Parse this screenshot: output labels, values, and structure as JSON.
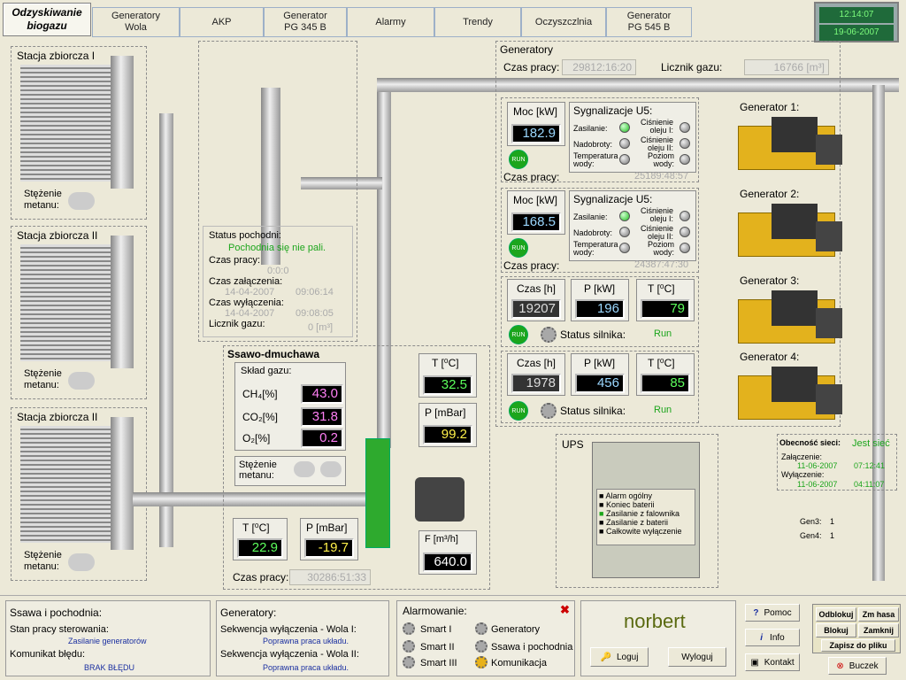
{
  "app": {
    "title": "Odzyskiwanie biogazu",
    "clock_time": "12:14:07",
    "clock_date": "19-06-2007"
  },
  "tabs": [
    "Generatory\nWola",
    "AKP",
    "Generator\nPG 345 B",
    "Alarmy",
    "Trendy",
    "Oczyszczlnia",
    "Generator\nPG 545 B"
  ],
  "stations": [
    {
      "title": "Stacja zbiorcza I",
      "conc_label": "Stężenie\nmetanu:"
    },
    {
      "title": "Stacja zbiorcza II",
      "conc_label": "Stężenie\nmetanu:"
    },
    {
      "title": "Stacja zbiorcza II",
      "conc_label": "Stężenie\nmetanu:"
    }
  ],
  "torch": {
    "status_label": "Status pochodni:",
    "status_value": "Pochodnia się nie pali.",
    "work_time_label": "Czas pracy:",
    "work_time": "0:0:0",
    "on_label": "Czas załączenia:",
    "on_date": "14-04-2007",
    "on_time": "09:06:14",
    "off_label": "Czas wyłączenia:",
    "off_date": "14-04-2007",
    "off_time": "09:08:05",
    "gas_counter_label": "Licznik gazu:",
    "gas_counter": "0 [m³]"
  },
  "blower": {
    "title": "Ssawo-dmuchawa",
    "gas_label": "Skład gazu:",
    "ch4_label": "CH₄[%]",
    "ch4": "43.0",
    "co2_label": "CO₂[%]",
    "co2": "31.8",
    "o2_label": "O₂[%]",
    "o2": "0.2",
    "conc_label": "Stężenie\nmetanu:",
    "t_label": "T [⁰C]",
    "t_in": "22.9",
    "p_label": "P [mBar]",
    "p_in": "-19.7",
    "t_out": "32.5",
    "p_out": "99.2",
    "f_label": "F [m³/h]",
    "f": "640.0",
    "time_label": "Czas pracy:",
    "time": "30286:51:33"
  },
  "generators": {
    "title": "Generatory",
    "time_label": "Czas pracy:",
    "time": "29812:16:20",
    "counter_label": "Licznik gazu:",
    "counter": "16766 [m³]"
  },
  "gen_u5": [
    {
      "moc_label": "Moc [kW]",
      "moc": "182.9",
      "sig_label": "Sygnalizacje U5:",
      "zas": "Zasilanie:",
      "nad": "Nadobroty:",
      "temp": "Temperatura\nwody:",
      "cis1": "Ciśnienie\noleju I:",
      "cis2": "Ciśnienie\noleju II:",
      "poz": "Poziom\nwody:",
      "run": "RUN",
      "time_label": "Czas pracy:",
      "time": "25189:48:57"
    },
    {
      "moc_label": "Moc [kW]",
      "moc": "168.5",
      "sig_label": "Sygnalizacje U5:",
      "zas": "Zasilanie:",
      "nad": "Nadobroty:",
      "temp": "Temperatura\nwody:",
      "cis1": "Ciśnienie\noleju I:",
      "cis2": "Ciśnienie\noleju II:",
      "poz": "Poziom\nwody:",
      "run": "RUN",
      "time_label": "Czas pracy:",
      "time": "24387:47:30"
    }
  ],
  "gen_pg": [
    {
      "h_label": "Czas [h]",
      "h": "19207",
      "p_label": "P [kW]",
      "p": "196",
      "t_label": "T [⁰C]",
      "t": "79",
      "status_label": "Status silnika:",
      "status": "Run",
      "run": "RUN"
    },
    {
      "h_label": "Czas [h]",
      "h": "1978",
      "p_label": "P [kW]",
      "p": "456",
      "t_label": "T [⁰C]",
      "t": "85",
      "status_label": "Status silnika:",
      "status": "Run",
      "run": "RUN"
    }
  ],
  "gen_labels": [
    "Generator 1:",
    "Generator 2:",
    "Generator 3:",
    "Generator 4:"
  ],
  "ups": {
    "title": "UPS",
    "items": [
      "Alarm ogólny",
      "Koniec baterii",
      "Zasilanie z falownika",
      "Zasilanie z baterii",
      "Całkowite wyłączenie"
    ]
  },
  "grid": {
    "presence_label": "Obecność sieci:",
    "presence": "Jest sieć",
    "on_label": "Załączenie:",
    "on_date": "11-06-2007",
    "on_time": "07:12:41",
    "off_label": "Wyłączenie:",
    "off_date": "11-06-2007",
    "off_time": "04:11:07"
  },
  "gen_status": {
    "gen3_label": "Gen3:",
    "gen3": "1",
    "gen4_label": "Gen4:",
    "gen4": "1"
  },
  "bottom": {
    "ssawa_title": "Ssawa i pochodnia:",
    "stan_label": "Stan pracy sterowania:",
    "stan_value": "Zasilanie generatorów",
    "kom_label": "Komunikat błędu:",
    "kom_value": "BRAK BŁĘDU",
    "gen_title": "Generatory:",
    "seq1_label": "Sekwencja wyłączenia - Wola I:",
    "seq1_value": "Poprawna praca układu.",
    "seq2_label": "Sekwencja wyłączenia - Wola II:",
    "seq2_value": "Poprawna praca układu.",
    "alarm_title": "Alarmowanie:",
    "alarm_items": [
      "Smart I",
      "Smart II",
      "Smart III",
      "Generatory",
      "Ssawa i pochodnia",
      "Komunikacja"
    ],
    "user": "norbert",
    "login": "Loguj",
    "logout": "Wyloguj",
    "help": "Pomoc",
    "info": "Info",
    "contact": "Kontakt",
    "unlock": "Odblokuj",
    "change_pw": "Zm hasa",
    "lock": "Blokuj",
    "close": "Zamknij",
    "save": "Zapisz do pliku",
    "buzzer": "Buczek"
  },
  "colors": {
    "lcd_bg": "#000000",
    "accent_green": "#1ca51c",
    "generator_yellow": "#e3b21d",
    "pipe": "#bbbbbb"
  }
}
